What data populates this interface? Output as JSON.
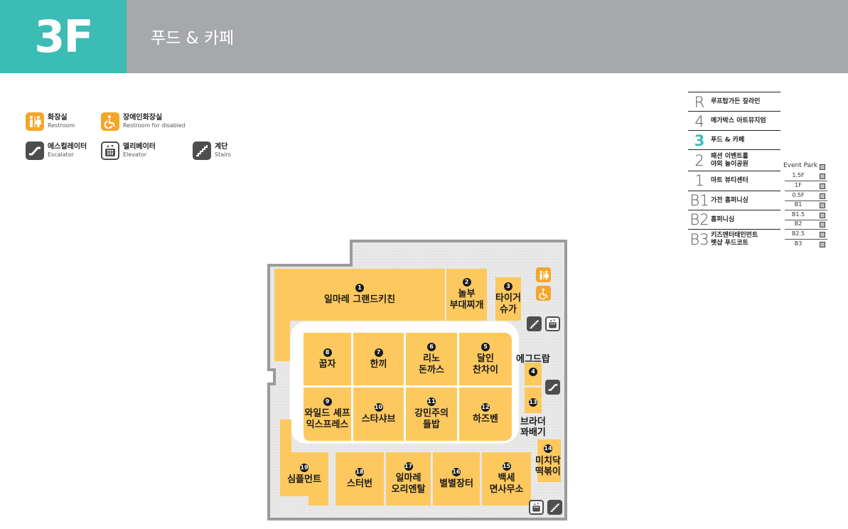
{
  "header": {
    "floor": "3F",
    "title": "푸드 & 카페"
  },
  "legend": [
    {
      "icon": "restroom-icon",
      "ko": "화장실",
      "en": "Restroom"
    },
    {
      "icon": "accessible-restroom-icon",
      "ko": "장애인화장실",
      "en": "Restroom for disabled"
    },
    {
      "icon": "escalator-icon",
      "ko": "에스컬레이터",
      "en": "Escalator"
    },
    {
      "icon": "elevator-icon",
      "ko": "엘리베이터",
      "en": "Elevator"
    },
    {
      "icon": "stairs-icon",
      "ko": "계단",
      "en": "Stairs"
    }
  ],
  "directory": [
    {
      "level": "R",
      "name": "루프탑가든  짚라인"
    },
    {
      "level": "4",
      "name": "메가박스  아트뮤지엄"
    },
    {
      "level": "3",
      "name": "푸드 & 카페"
    },
    {
      "level": "2",
      "name": "패션    이벤트홀",
      "name2": "야외 놀이공원"
    },
    {
      "level": "1",
      "name": "마트    뷰티센터"
    },
    {
      "level": "B1",
      "name": "가전    홈퍼니싱"
    },
    {
      "level": "B2",
      "name": "홈퍼니싱"
    },
    {
      "level": "B3",
      "name": "키즈엔터테인먼트",
      "name2": "펫샵    푸드코트"
    }
  ],
  "event_park": {
    "title": "Event Park",
    "levels": [
      "1.5F",
      "1F",
      "0.5F",
      "B1",
      "B1.5",
      "B2",
      "B2.5",
      "B3"
    ]
  },
  "stores": [
    {
      "num": "1",
      "name": "일마레 그랜드키친"
    },
    {
      "num": "2",
      "name": "놀부",
      "name2": "부대찌개"
    },
    {
      "num": "3",
      "name": "타이거",
      "name2": "슈가"
    },
    {
      "num": "4",
      "name": "에그드랍"
    },
    {
      "num": "5",
      "name": "달인",
      "name2": "찬차이"
    },
    {
      "num": "6",
      "name": "리노",
      "name2": "돈까스"
    },
    {
      "num": "7",
      "name": "한끼"
    },
    {
      "num": "8",
      "name": "꿉자"
    },
    {
      "num": "9",
      "name": "와일드 셰프",
      "name2": "익스프레스"
    },
    {
      "num": "10",
      "name": "스타샤브"
    },
    {
      "num": "11",
      "name": "강민주의",
      "name2": "들밥"
    },
    {
      "num": "12",
      "name": "하즈벤"
    },
    {
      "num": "13",
      "name": "브라더",
      "name2": "꽈배기"
    },
    {
      "num": "14",
      "name": "미치닥",
      "name2": "떡볶이"
    },
    {
      "num": "15",
      "name": "백세",
      "name2": "면사무소"
    },
    {
      "num": "16",
      "name": "별별장터"
    },
    {
      "num": "17",
      "name": "일마레",
      "name2": "오리엔탈"
    },
    {
      "num": "18",
      "name": "스터번"
    },
    {
      "num": "19",
      "name": "심플먼트"
    }
  ],
  "colors": {
    "accent": "#3bbcb5",
    "header_bg": "#a7a8ab",
    "store": "#fdc95f",
    "amenity": "#f4a62a",
    "floor": "#e6e6e6",
    "wall": "#9b9b9b"
  }
}
